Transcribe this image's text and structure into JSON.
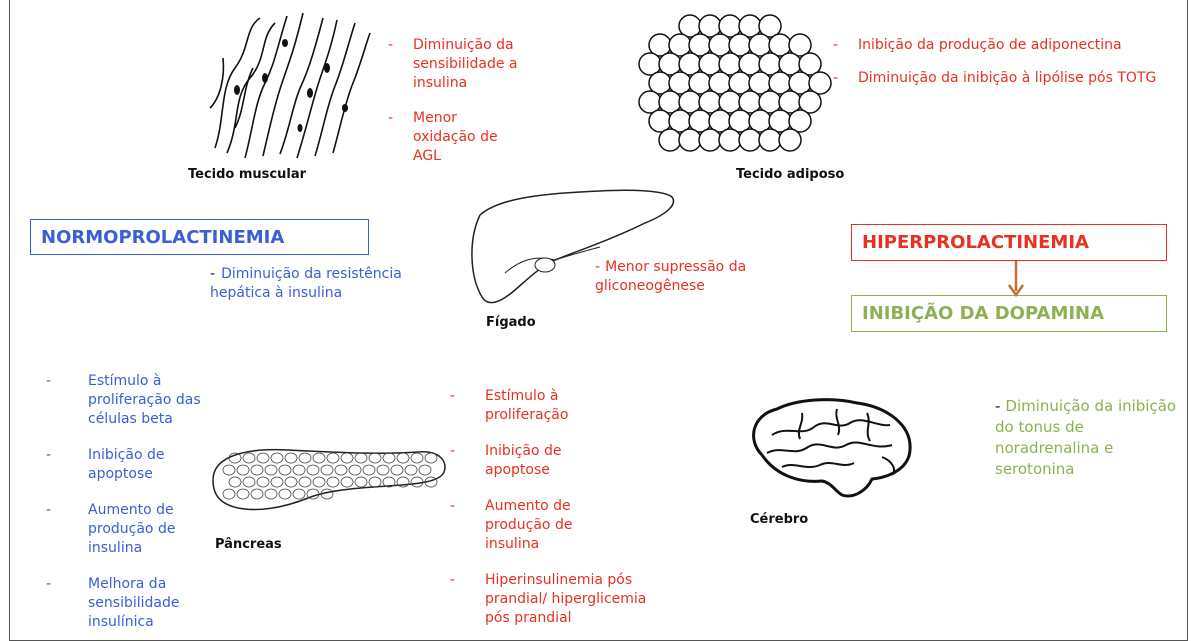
{
  "organs": {
    "muscle_label": "Tecido muscular",
    "adipose_label": "Tecido adiposo",
    "liver_label": "Fígado",
    "pancreas_label": "Pâncreas",
    "brain_label": "Cérebro"
  },
  "boxes": {
    "normo": "NORMOPROLACTINEMIA",
    "hiper": "HIPERPROLACTINEMIA",
    "dopamina": "INIBIÇÃO DA DOPAMINA"
  },
  "muscle_effects": [
    {
      "dash": "-",
      "text": "Diminuição da sensibilidade a insulina"
    },
    {
      "dash": "-",
      "text": "Menor oxidação de AGL"
    }
  ],
  "adipose_effects": [
    {
      "dash": "-",
      "text": "Inibição da produção de adiponectina"
    },
    {
      "dash": "-",
      "text": "Diminuição da inibição à lipólise pós TOTG"
    }
  ],
  "liver_normo": {
    "dash": "-",
    "text": "Diminuição da resistência hepática à insulina"
  },
  "liver_hiper": {
    "dash": "-",
    "text": "Menor supressão da gliconeogênese"
  },
  "pancreas_normo": [
    {
      "dash": "-",
      "text": "Estímulo à proliferação das células beta"
    },
    {
      "dash": "-",
      "text": "Inibição de apoptose"
    },
    {
      "dash": "-",
      "text": "Aumento de produção de insulina"
    },
    {
      "dash": "-",
      "text": "Melhora da sensibilidade insulínica"
    }
  ],
  "pancreas_hiper": [
    {
      "dash": "-",
      "text": "Estímulo à proliferação"
    },
    {
      "dash": "-",
      "text": "Inibição de apoptose"
    },
    {
      "dash": "-",
      "text": "Aumento de produção de insulina"
    },
    {
      "dash": "-",
      "text": "Hiperinsulinemia pós prandial/ hiperglicemia pós prandial"
    }
  ],
  "brain_effect": {
    "dash": "-",
    "text": "Diminuição da inibição do tonus de noradrenalina e serotonina"
  },
  "colors": {
    "red": "#e8311f",
    "blue": "#3a5ed6",
    "green": "#8db152",
    "arrow": "#c96a3a"
  }
}
